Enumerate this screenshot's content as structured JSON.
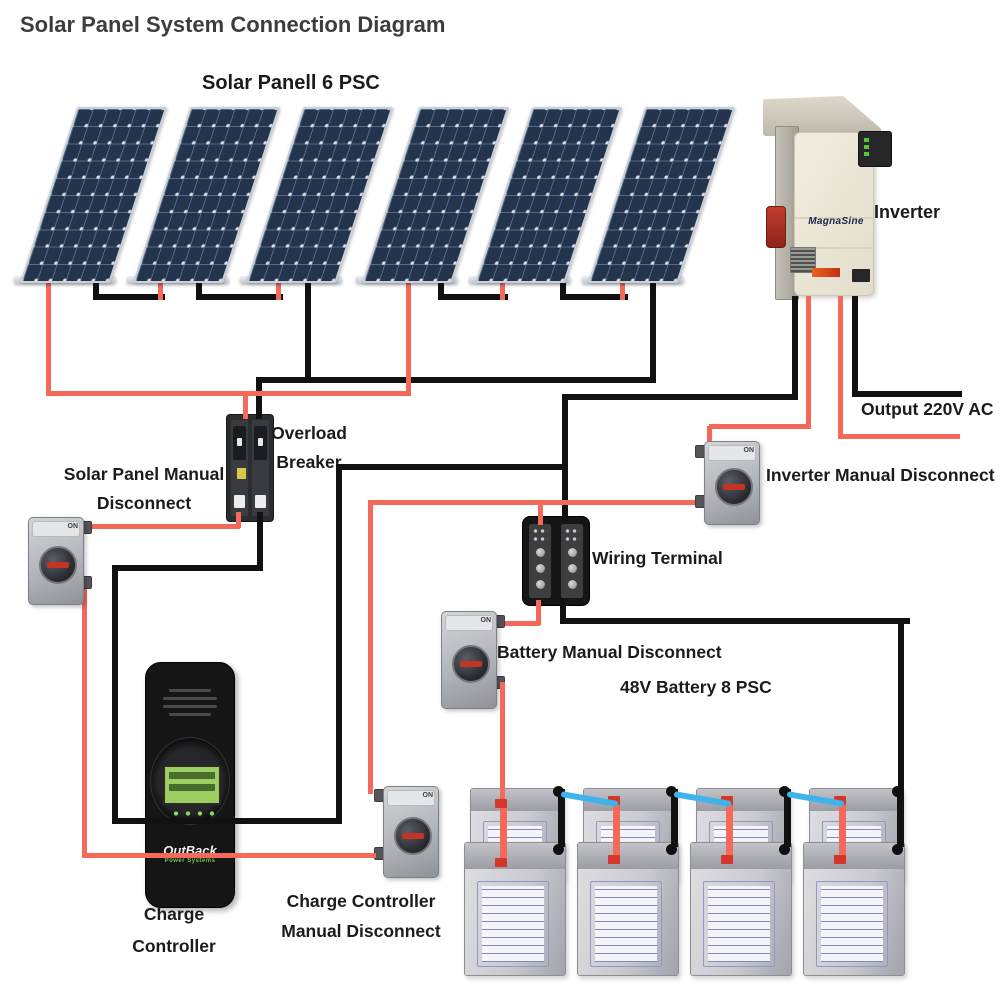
{
  "title": "Solar Panel System Connection Diagram",
  "solar": {
    "array_label": "Solar Panell 6 PSC",
    "panel_count": 6
  },
  "labels": {
    "inverter": "Inverter",
    "output_ac": "Output 220V AC",
    "inverter_disconnect": "Inverter Manual Disconnect",
    "wiring_terminal": "Wiring Terminal",
    "battery_disconnect": "Battery Manual Disconnect",
    "battery_bank": "48V  Battery 8 PSC",
    "overload_breaker": [
      "Overload",
      "Breaker"
    ],
    "solar_disconnect": [
      "Solar Panel Manual",
      "Disconnect"
    ],
    "charge_controller": [
      "Charge",
      "Controller"
    ],
    "cc_disconnect": [
      "Charge Controller",
      "Manual Disconnect"
    ]
  },
  "brands": {
    "inverter": "MagnaSine",
    "charge_controller": "OutBack",
    "charge_controller_sub": "Power Systems"
  },
  "switch_on_label": "ON",
  "colors": {
    "positive_wire": "#f4695a",
    "negative_wire": "#111111",
    "battery_link_wire": "#3fb4ec",
    "panel_cell": "#24344d"
  },
  "battery": {
    "count": 8,
    "columns": 4,
    "per_column": 2
  }
}
